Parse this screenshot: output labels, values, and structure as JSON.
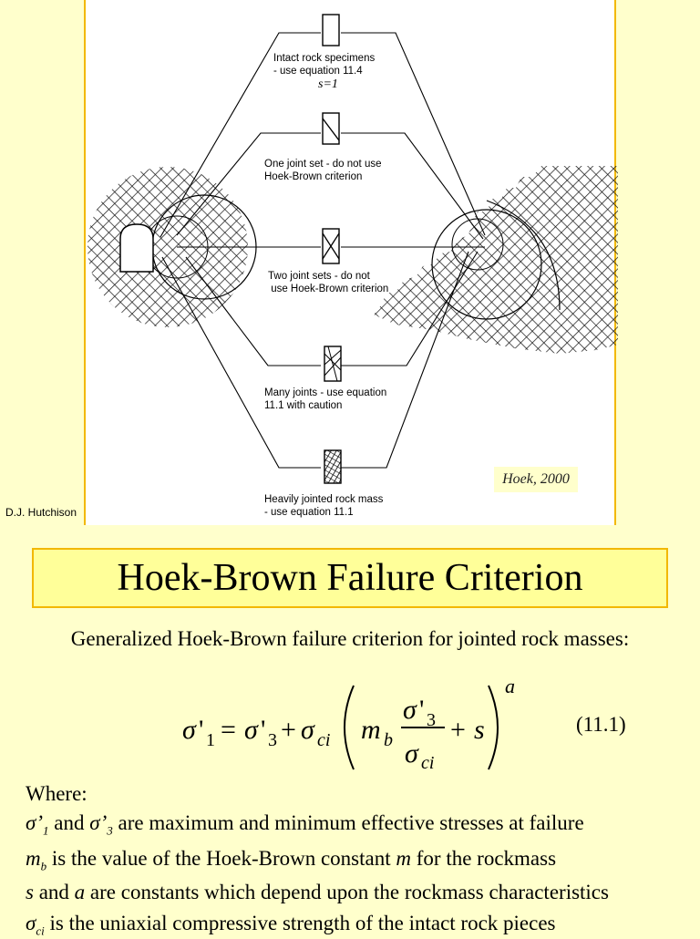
{
  "figure": {
    "labels": {
      "intact_line1": "Intact rock specimens",
      "intact_line2": "- use equation 11.4",
      "intact_line3": "s=1",
      "one_joint_line1": "One joint set - do not use",
      "one_joint_line2": "Hoek-Brown criterion",
      "two_joint_line1": "Two joint sets - do not",
      "two_joint_line2": " use Hoek-Brown criterion",
      "many_joints_line1": "Many joints - use equation",
      "many_joints_line2": "11.1 with caution",
      "heavily_line1": "Heavily jointed rock mass",
      "heavily_line2": "- use equation 11.1"
    },
    "credit": "Hoek, 2000"
  },
  "author": "D.J. Hutchison",
  "title": "Hoek-Brown Failure Criterion",
  "intro": "Generalized Hoek-Brown failure criterion for jointed rock masses:",
  "equation_number": "(11.1)",
  "where": "Where:",
  "definitions": {
    "sigma_text": " and ",
    "sigma_rest": " are maximum and minimum effective stresses at failure",
    "mb_rest": " is the value of the Hoek-Brown constant ",
    "mb_m": "m",
    "mb_tail": " for the rockmass",
    "s_a_s": "s",
    "s_a_and": " and ",
    "s_a_a": "a",
    "s_a_rest": " are constants which depend upon the rockmass characteristics",
    "sci_rest": " is the uniaxial compressive strength of the intact rock pieces"
  }
}
